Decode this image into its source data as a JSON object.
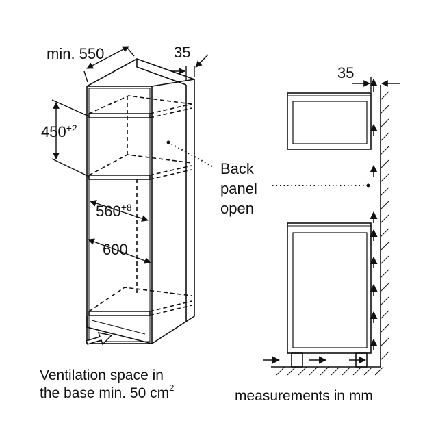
{
  "dims": {
    "min_depth": "min. 550",
    "top_gap": "35",
    "niche_height_value": "450",
    "niche_height_tol": "+2",
    "inner_width_value": "560",
    "inner_width_tol": "+8",
    "outer_width": "600",
    "wall_gap": "35"
  },
  "back_panel": [
    "Back",
    "panel",
    "open"
  ],
  "captions": {
    "ventilation_line1": "Ventilation space in",
    "ventilation_line2": "the base min. 50 cm",
    "ventilation_sup": "2",
    "units": "measurements in mm"
  }
}
